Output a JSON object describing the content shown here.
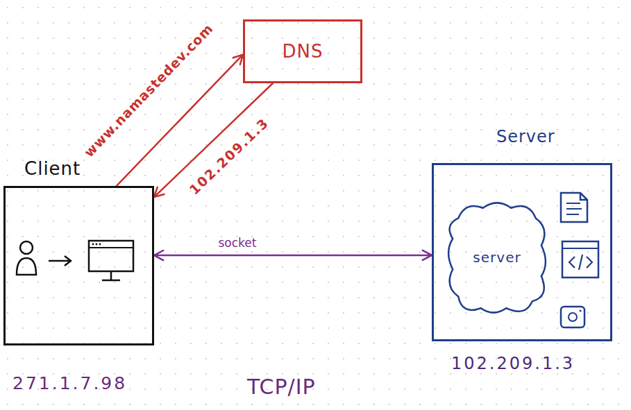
{
  "diagram": {
    "nodes": [
      {
        "text": [
          "DNS"
        ]
      },
      {
        "text": [
          "Client"
        ]
      },
      {
        "text": [
          "Server"
        ]
      },
      {
        "text": [
          "server"
        ],
        "in": 2
      }
    ],
    "edges": [
      {
        "from": 1,
        "to": 0,
        "arrow": "to",
        "label": "www.namastedev.com"
      },
      {
        "from": 0,
        "to": 1,
        "arrow": "to",
        "label": "102.209.1.3"
      },
      {
        "from": 1,
        "to": 2,
        "arrow": "both",
        "label": "socket"
      }
    ],
    "labels": [
      "271.1.7.98",
      "102.209.1.3",
      "TCP/IP"
    ]
  }
}
